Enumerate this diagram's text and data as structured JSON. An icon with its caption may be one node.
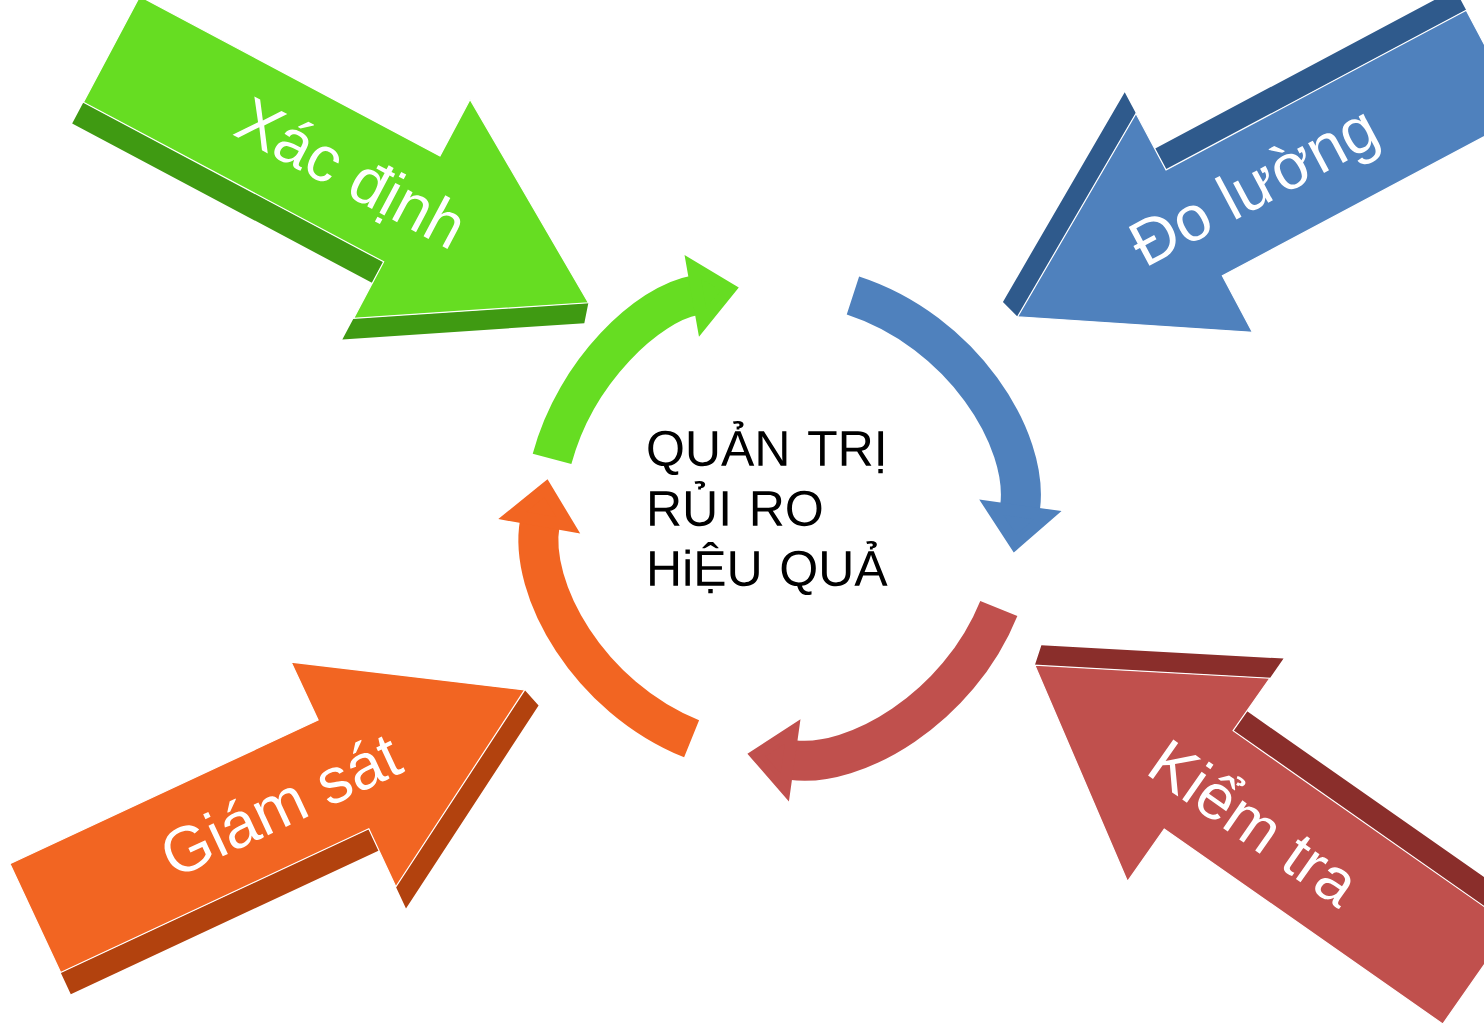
{
  "diagram": {
    "nodes": [
      {
        "text": [
          "QUẢN TRỊ RỦI RO HiỆU QUẢ"
        ]
      },
      {
        "text": [
          "Xác định"
        ]
      },
      {
        "text": [
          "Đo lường"
        ]
      },
      {
        "text": [
          "Kiểm tra"
        ]
      },
      {
        "text": [
          "Giám sát"
        ]
      }
    ]
  }
}
